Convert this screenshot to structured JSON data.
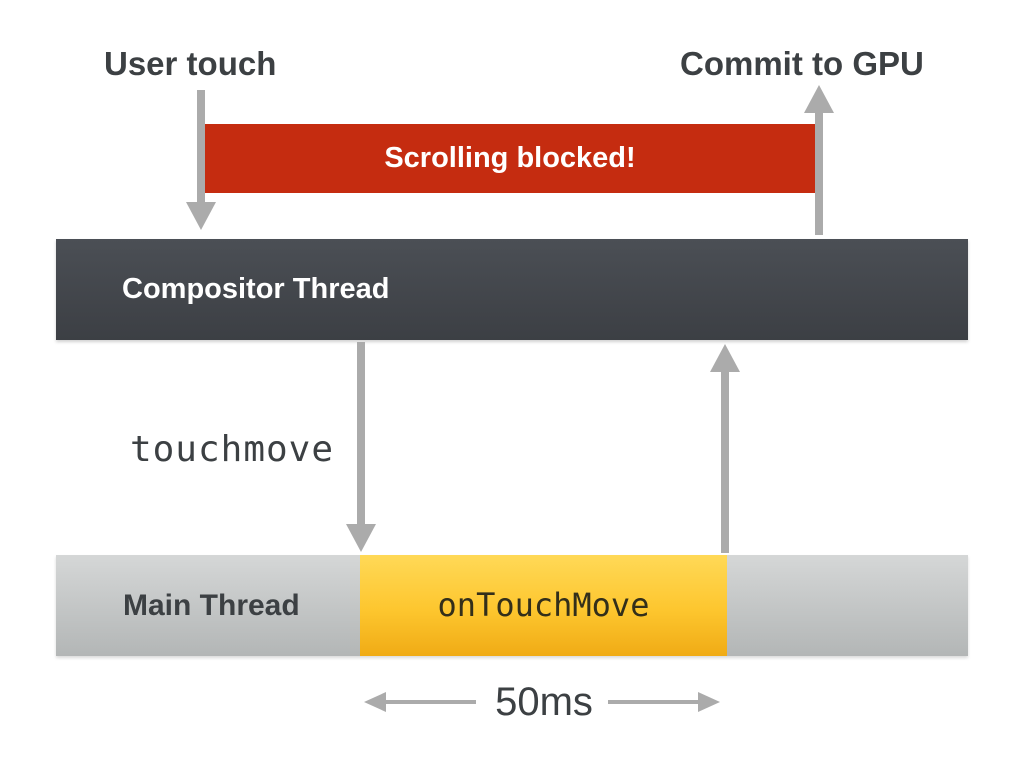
{
  "diagram": {
    "top_labels": {
      "user_touch": "User touch",
      "commit_to_gpu": "Commit to GPU"
    },
    "blocked_banner": {
      "label": "Scrolling blocked!",
      "color": "#c52c10",
      "text_color": "#ffffff"
    },
    "compositor_bar": {
      "label": "Compositor Thread",
      "color_top": "#4b4f55",
      "color_bottom": "#3c3f44"
    },
    "event_label": {
      "label": "touchmove"
    },
    "main_bar": {
      "label": "Main Thread",
      "color_top": "#d5d7d7",
      "color_bottom": "#b3b6b6",
      "task": {
        "label": "onTouchMove",
        "color_top": "#ffd957",
        "color_bottom": "#f0ab15"
      }
    },
    "duration": {
      "label": "50ms"
    },
    "arrows": [
      {
        "name": "user-touch-to-compositor",
        "direction": "down"
      },
      {
        "name": "compositor-to-gpu-commit",
        "direction": "up"
      },
      {
        "name": "compositor-to-main-touchmove",
        "direction": "down"
      },
      {
        "name": "main-to-compositor-response",
        "direction": "up"
      },
      {
        "name": "duration-extent-left",
        "direction": "left"
      },
      {
        "name": "duration-extent-right",
        "direction": "right"
      }
    ],
    "colors": {
      "arrow": "#ababab",
      "text_dark": "#3c4043",
      "background": "#ffffff"
    }
  }
}
